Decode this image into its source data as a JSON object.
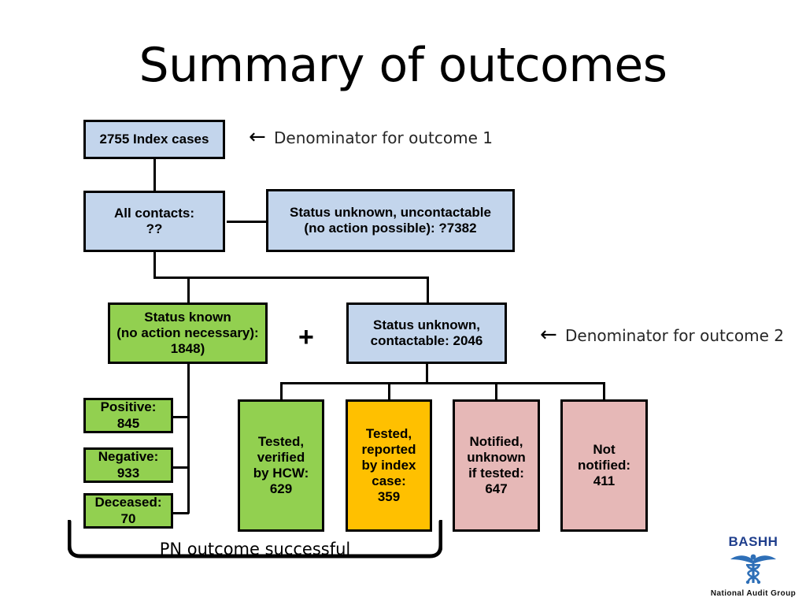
{
  "slide": {
    "title": "Summary of outcomes",
    "background": "#ffffff"
  },
  "colors": {
    "blue": "#c3d5ec",
    "green": "#92d050",
    "amber": "#ffc000",
    "pink": "#e6b8b7",
    "outline": "#000000",
    "logo_blue": "#1f3e8c"
  },
  "nodes": {
    "index_cases": "2755 Index cases",
    "all_contacts": "All contacts:\n??",
    "uncontactable": "Status unknown, uncontactable\n(no action possible): ?7382",
    "status_known": "Status known\n(no action necessary):\n1848)",
    "status_unknown_contactable": "Status unknown,\ncontactable: 2046",
    "positive": "Positive:\n845",
    "negative": "Negative:\n933",
    "deceased": "Deceased:\n70",
    "tested_hcw": "Tested,\nverified\nby HCW:\n629",
    "tested_index": "Tested,\nreported\nby index\ncase:\n359",
    "notified_unknown": "Notified,\nunknown\nif tested:\n647",
    "not_notified": "Not\nnotified:\n411"
  },
  "annotations": {
    "arrow_glyph": "←",
    "denominator_1": "Denominator for outcome 1",
    "denominator_2": "Denominator for outcome 2",
    "plus": "+",
    "pn_outcome": "PN outcome successful"
  },
  "logo": {
    "name": "BASHH",
    "subtitle": "National Audit Group"
  }
}
